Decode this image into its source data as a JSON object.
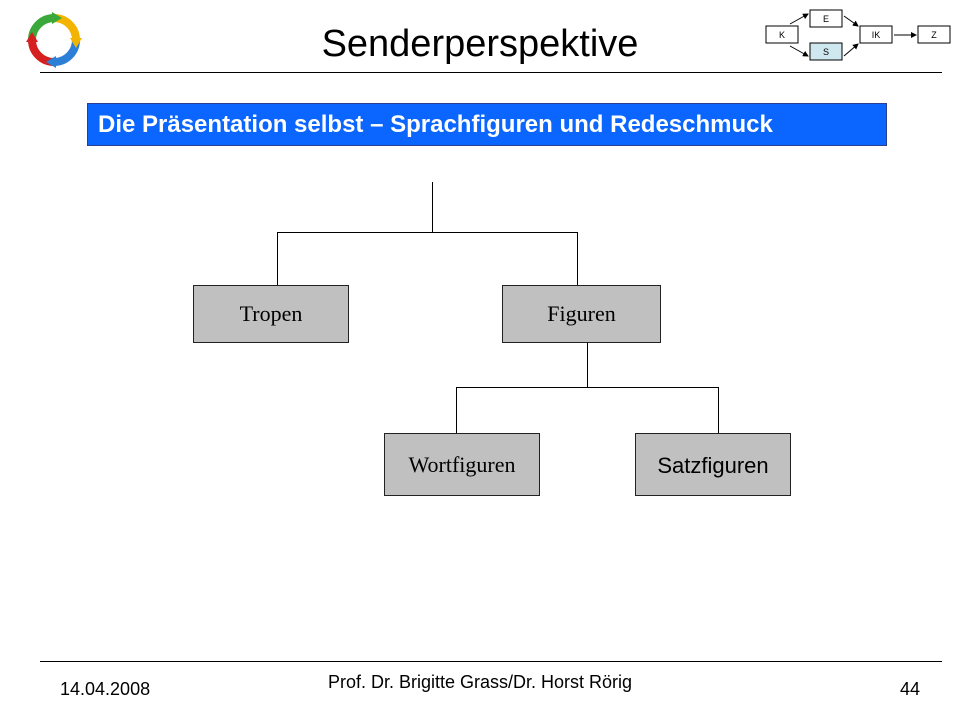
{
  "header": {
    "title": "Senderperspektive",
    "process_map": {
      "k": "K",
      "e": "E",
      "s": "S",
      "ik": "IK",
      "z": "Z"
    },
    "logo_icon": "cycle-arrows-icon"
  },
  "slide": {
    "subtitle": "Die Präsentation selbst – Sprachfiguren und Redeschmuck",
    "tree": {
      "level1": [
        {
          "label": "Tropen"
        },
        {
          "label": "Figuren"
        }
      ],
      "level2": [
        {
          "label": "Wortfiguren"
        },
        {
          "label": "Satzfiguren"
        }
      ]
    }
  },
  "footer": {
    "date": "14.04.2008",
    "author": "Prof. Dr. Brigitte Grass/Dr. Horst Rörig",
    "page": "44"
  },
  "colors": {
    "subtitle_background": "#0a66ff",
    "node_fill": "#c0c0c0",
    "highlight_box": "#cfe8f0"
  }
}
